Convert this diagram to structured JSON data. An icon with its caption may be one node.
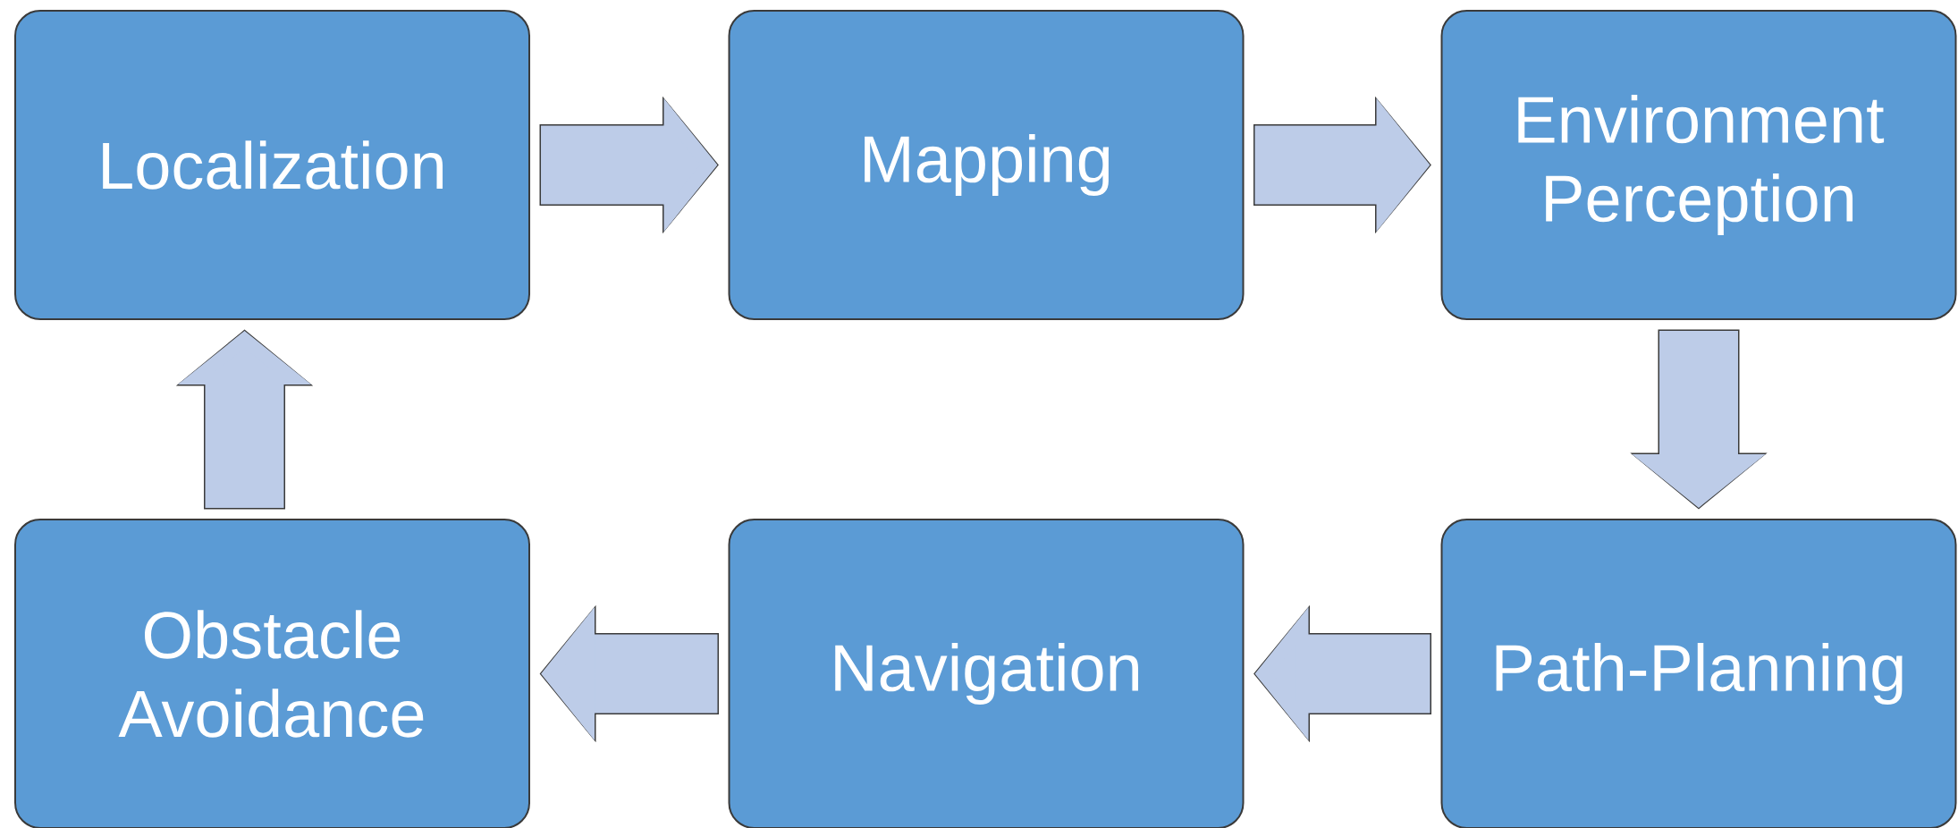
{
  "diagram": {
    "nodes": [
      {
        "text": [
          "Localization"
        ]
      },
      {
        "text": [
          "Mapping"
        ]
      },
      {
        "text": [
          "Environment Perception"
        ]
      },
      {
        "text": [
          "Obstacle Avoidance"
        ]
      },
      {
        "text": [
          "Navigation"
        ]
      },
      {
        "text": [
          "Path-Planning"
        ]
      }
    ],
    "edges": [
      {
        "from": 0,
        "to": 1,
        "arrow": "to"
      },
      {
        "from": 1,
        "to": 2,
        "arrow": "to"
      },
      {
        "from": 2,
        "to": 5,
        "arrow": "to"
      },
      {
        "from": 5,
        "to": 4,
        "arrow": "to"
      },
      {
        "from": 4,
        "to": 3,
        "arrow": "to"
      },
      {
        "from": 3,
        "to": 0,
        "arrow": "to"
      }
    ]
  }
}
